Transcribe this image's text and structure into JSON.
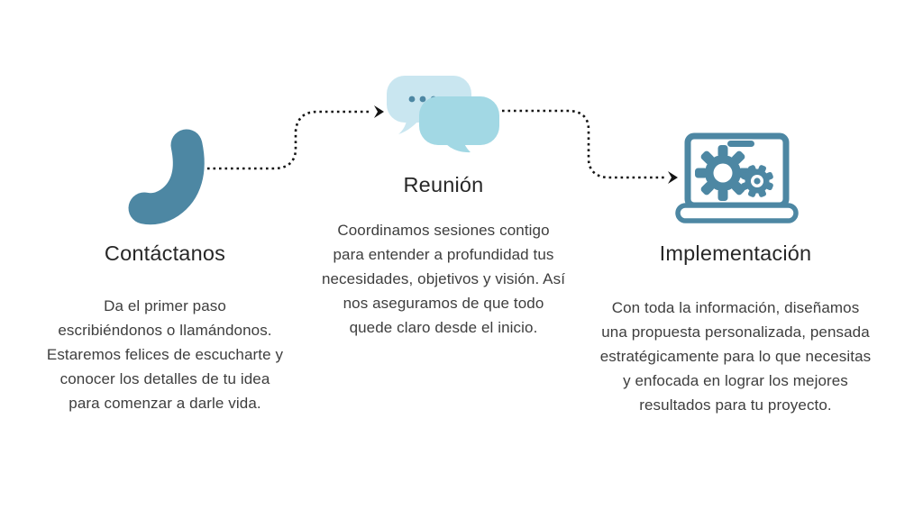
{
  "diagram": {
    "type": "process-flow-infographic",
    "background": "#FFFFFF",
    "steps": [
      {
        "id": "contact",
        "icon": "phone-icon",
        "title": "Contáctanos",
        "description": "Da el primer paso\nescribiéndonos o llamándonos.\nEstaremos felices de escucharte y\nconocer los detalles de tu idea\npara comenzar a darle vida."
      },
      {
        "id": "meeting",
        "icon": "chat-bubbles-icon",
        "title": "Reunión",
        "description": "Coordinamos sesiones contigo\npara entender a profundidad tus\nnecesidades, objetivos y visión. Así\nnos aseguramos de que todo\nquede claro desde el inicio."
      },
      {
        "id": "implementation",
        "icon": "laptop-gears-icon",
        "title": "Implementación",
        "description": "Con toda la información, diseñamos\nuna propuesta personalizada, pensada\nestratégicamente para lo que necesitas\ny enfocada en lograr los mejores\nresultados para tu proyecto."
      }
    ],
    "connectors": [
      {
        "from": "contact",
        "to": "meeting",
        "style": "dotted-arrow"
      },
      {
        "from": "meeting",
        "to": "implementation",
        "style": "dotted-arrow"
      }
    ],
    "colors": {
      "icon_teal": "#4D87A3",
      "bubble_light": "#C9E6F0",
      "bubble_medium": "#A2D8E4",
      "arrow_black": "#141414",
      "title_text": "#272727",
      "body_text": "#3E3E3E"
    }
  }
}
